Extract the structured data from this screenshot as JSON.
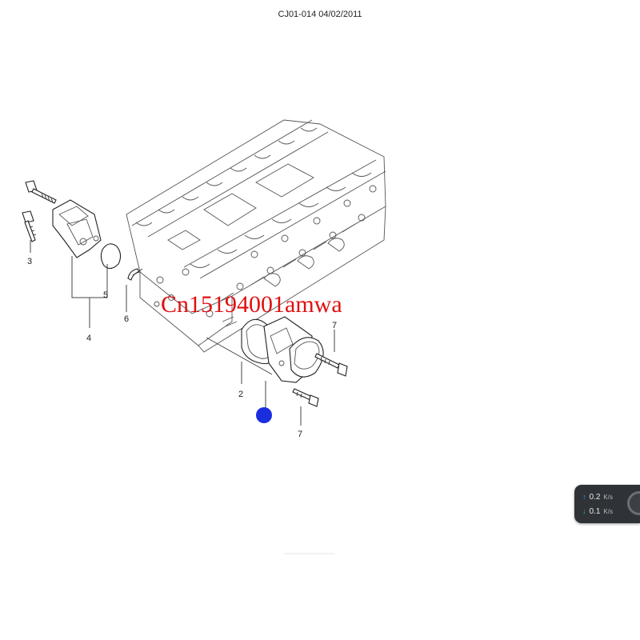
{
  "header": {
    "title": "CJ01-014  04/02/2011"
  },
  "callouts": {
    "c2": "2",
    "c3": "3",
    "c4": "4",
    "c5": "5",
    "c6": "6",
    "c7a": "7",
    "c7b": "7"
  },
  "watermark": {
    "text": "Cn15194001amwa",
    "color": "#e01010"
  },
  "marker": {
    "color": "#1a2ee0"
  },
  "net_widget": {
    "upload": {
      "value": "0.2",
      "unit": "K/s",
      "arrow_color": "#3aa0ff"
    },
    "download": {
      "value": "0.1",
      "unit": "K/s",
      "arrow_color": "#36c46a"
    }
  }
}
